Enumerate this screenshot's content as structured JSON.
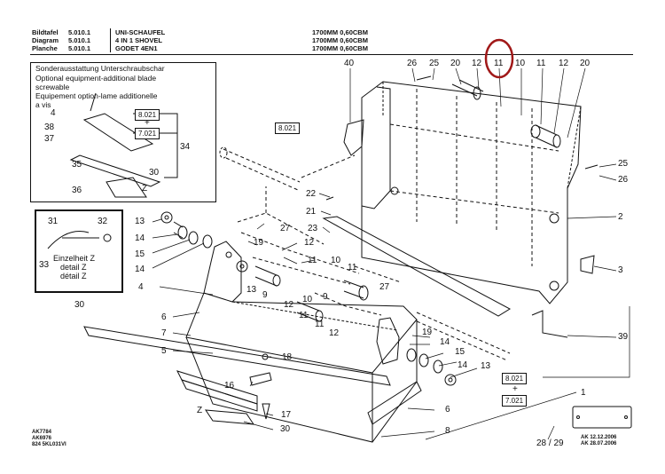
{
  "header": {
    "labels": [
      "Bildtafel",
      "Diagram",
      "Planche"
    ],
    "codes": [
      "5.010.1",
      "5.010.1",
      "5.010.1"
    ],
    "titles": [
      "UNI-SCHAUFEL",
      "4 IN 1 SHOVEL",
      "GODET 4EN1"
    ],
    "sizes": [
      "1700MM  0,60CBM",
      "1700MM  0,60CBM",
      "1700MM  0,60CBM"
    ]
  },
  "optional_box": {
    "lines": [
      "Sonderausstattung Unterschraubschar",
      "Optional equipment-additional blade",
      "screwable",
      "Equipement option-lame additionelle",
      "a vis"
    ],
    "refs": [
      "8.021",
      "7.021"
    ],
    "plus": "+",
    "numbers": [
      "4",
      "38",
      "37",
      "35",
      "30",
      "34",
      "36",
      "Z"
    ]
  },
  "detail_box": {
    "numbers": [
      "31",
      "32",
      "33",
      "30"
    ],
    "lines": [
      "Einzelheit Z",
      "detail Z",
      "détail Z"
    ]
  },
  "refs": {
    "ref_top": "8.021",
    "ref_bottom_a": "8.021",
    "ref_bottom_b": "7.021",
    "plus": "+"
  },
  "callouts": [
    "40",
    "26",
    "25",
    "20",
    "12",
    "11",
    "10",
    "11",
    "12",
    "20",
    "25",
    "26",
    "2",
    "3",
    "39",
    "1",
    "28 / 29",
    "22",
    "21",
    "23",
    "13",
    "14",
    "15",
    "14",
    "4",
    "6",
    "7",
    "5",
    "19",
    "27",
    "12",
    "11",
    "10",
    "9",
    "13",
    "12",
    "11",
    "10",
    "9",
    "11",
    "27",
    "12",
    "11",
    "19",
    "14",
    "15",
    "14",
    "13",
    "18",
    "16",
    "17",
    "Z",
    "30",
    "6",
    "8"
  ],
  "footer": {
    "left": [
      "AK7784",
      "AK6976",
      "824 5KL031VI"
    ],
    "right": [
      "AK 12.12.2006",
      "AK 28.07.2006"
    ]
  },
  "highlight_color": "#a01818"
}
